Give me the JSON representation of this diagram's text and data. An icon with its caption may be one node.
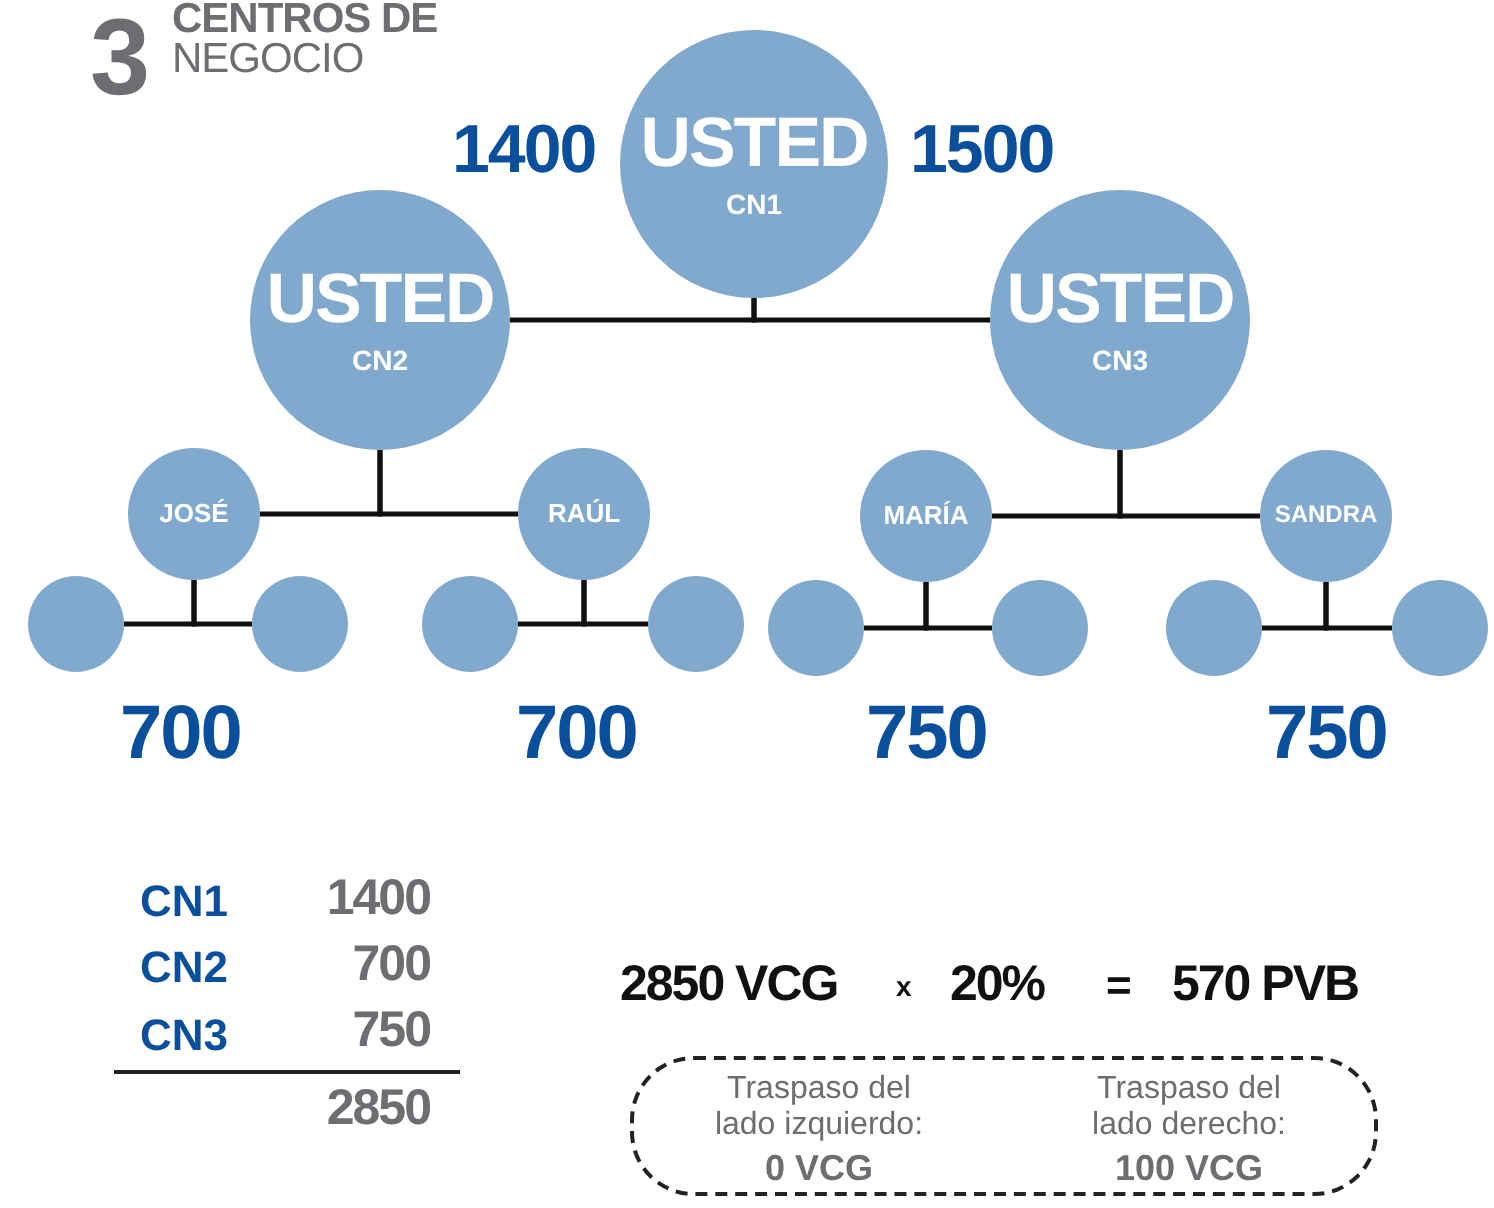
{
  "diagram": {
    "title": "**CENTROS DE** NEGOCIO",
    "nodes": [
      {
        "text": [
          "USTED",
          "CN1"
        ]
      },
      {
        "text": [
          "USTED",
          "CN2"
        ]
      },
      {
        "text": [
          "USTED",
          "CN3"
        ]
      },
      {
        "text": [
          "JOSÉ"
        ]
      },
      {
        "text": [
          "RAÚL"
        ]
      },
      {
        "text": [
          "MARÍA"
        ]
      },
      {
        "text": [
          "SANDRA"
        ]
      },
      {
        "text": [],
        "shape": "circle"
      },
      {
        "text": [],
        "shape": "circle"
      },
      {
        "text": [],
        "shape": "circle"
      },
      {
        "text": [],
        "shape": "circle"
      },
      {
        "text": [],
        "shape": "circle"
      },
      {
        "text": [],
        "shape": "circle"
      },
      {
        "text": [],
        "shape": "circle"
      },
      {
        "text": [],
        "shape": "circle"
      },
      {
        "text": [
          "Traspaso del lado izquierdo:",
          "0 VCG",
          "Traspaso del lado derecho:",
          "100 VCG"
        ]
      }
    ],
    "edges": [
      {
        "from": 0,
        "to": 1,
        "arrow": "none"
      },
      {
        "from": 0,
        "to": 2,
        "arrow": "none"
      },
      {
        "from": 1,
        "to": 3,
        "arrow": "none"
      },
      {
        "from": 1,
        "to": 4,
        "arrow": "none"
      },
      {
        "from": 2,
        "to": 5,
        "arrow": "none"
      },
      {
        "from": 2,
        "to": 6,
        "arrow": "none"
      },
      {
        "from": 3,
        "to": 7,
        "arrow": "none"
      },
      {
        "from": 3,
        "to": 8,
        "arrow": "none"
      },
      {
        "from": 4,
        "to": 9,
        "arrow": "none"
      },
      {
        "from": 4,
        "to": 10,
        "arrow": "none"
      },
      {
        "from": 5,
        "to": 11,
        "arrow": "none"
      },
      {
        "from": 5,
        "to": 12,
        "arrow": "none"
      },
      {
        "from": 6,
        "to": 13,
        "arrow": "none"
      },
      {
        "from": 6,
        "to": 14,
        "arrow": "none"
      }
    ],
    "labels": [
      "3",
      "1400",
      "1500",
      "700",
      "700",
      "750",
      "750",
      "CN1",
      "1400",
      "CN2",
      "700",
      "CN3",
      "750",
      "2850",
      "2850 VCG",
      "x",
      "20%",
      "=",
      "570 PVB"
    ]
  }
}
